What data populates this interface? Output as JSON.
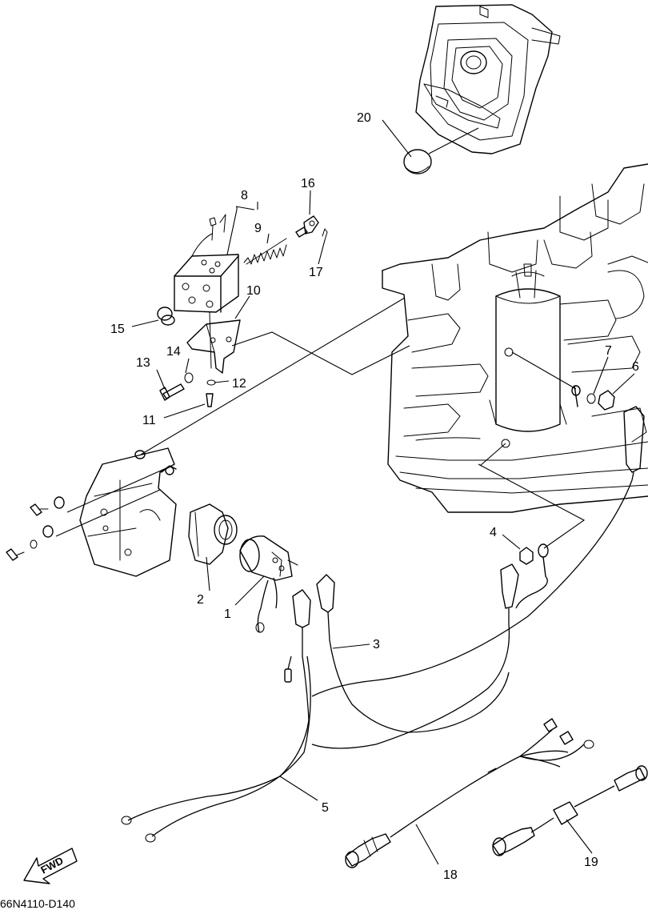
{
  "diagram": {
    "code": "66N4110-D140",
    "fwd_label": "FWD",
    "callouts": [
      {
        "id": "1",
        "label": "1"
      },
      {
        "id": "2",
        "label": "2"
      },
      {
        "id": "3",
        "label": "3"
      },
      {
        "id": "4",
        "label": "4"
      },
      {
        "id": "5",
        "label": "5"
      },
      {
        "id": "6",
        "label": "6"
      },
      {
        "id": "7",
        "label": "7"
      },
      {
        "id": "8",
        "label": "8"
      },
      {
        "id": "9",
        "label": "9"
      },
      {
        "id": "10",
        "label": "10"
      },
      {
        "id": "11",
        "label": "11"
      },
      {
        "id": "12",
        "label": "12"
      },
      {
        "id": "13",
        "label": "13"
      },
      {
        "id": "14",
        "label": "14"
      },
      {
        "id": "15",
        "label": "15"
      },
      {
        "id": "16",
        "label": "16"
      },
      {
        "id": "17",
        "label": "17"
      },
      {
        "id": "18",
        "label": "18"
      },
      {
        "id": "19",
        "label": "19"
      },
      {
        "id": "20",
        "label": "20"
      }
    ]
  }
}
